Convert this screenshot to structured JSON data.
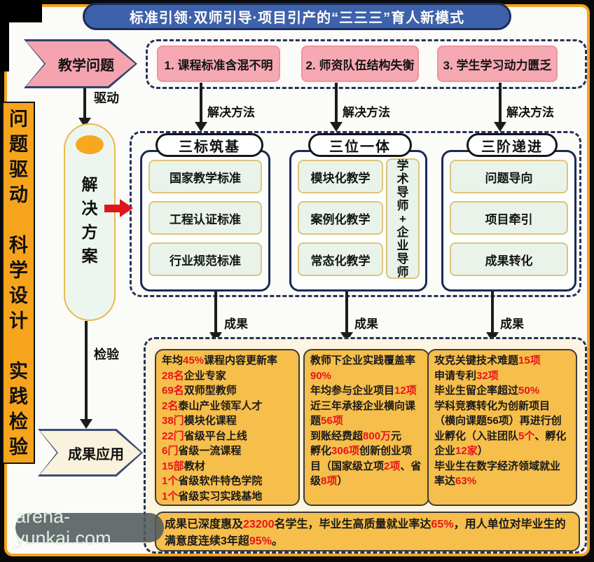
{
  "title": "标准引领·双师引导·项目引产的“三三三”育人新模式",
  "sidebar": {
    "text": "问\n题\n驱\n动\n\n科\n学\n设\n计\n\n实\n践\n检\n验"
  },
  "flow": {
    "teaching_problem": "教学问题",
    "drive_label": "驱动",
    "solution_capsule": "解\n决\n方\n案",
    "test_label": "检验",
    "outcome_application": "成果应用"
  },
  "problems": {
    "method_label": "解决方法",
    "items": [
      "1. 课程标准含混不明",
      "2. 师资队伍结构失衡",
      "3. 学生学习动力匮乏"
    ]
  },
  "solutions": {
    "result_label": "成果",
    "groups": [
      {
        "header": "三标筑基",
        "items": [
          "国家教学标准",
          "工程认证标准",
          "行业规范标准"
        ]
      },
      {
        "header": "三位一体",
        "items": [
          "模块化教学",
          "案例化教学",
          "常态化教学"
        ],
        "mentor": "学\n术\n导\n师\n+\n企\n业\n导\n师"
      },
      {
        "header": "三阶递进",
        "items": [
          "问题导向",
          "项目牵引",
          "成果转化"
        ]
      }
    ]
  },
  "results": {
    "box1": [
      [
        {
          "t": "年均"
        },
        {
          "t": "45%",
          "r": true
        },
        {
          "t": "课程内容更新率"
        }
      ],
      [
        {
          "t": "28名",
          "r": true
        },
        {
          "t": "企业专家"
        }
      ],
      [
        {
          "t": "69名",
          "r": true
        },
        {
          "t": "双师型教师"
        }
      ],
      [
        {
          "t": "2名",
          "r": true
        },
        {
          "t": "泰山产业领军人才"
        }
      ],
      [
        {
          "t": "38门",
          "r": true
        },
        {
          "t": "模块化课程"
        }
      ],
      [
        {
          "t": "22门",
          "r": true
        },
        {
          "t": "省级平台上线"
        }
      ],
      [
        {
          "t": "6门",
          "r": true
        },
        {
          "t": "省级一流课程"
        }
      ],
      [
        {
          "t": "15部",
          "r": true
        },
        {
          "t": "教材"
        }
      ],
      [
        {
          "t": "1个",
          "r": true
        },
        {
          "t": "省级软件特色学院"
        }
      ],
      [
        {
          "t": "1个",
          "r": true
        },
        {
          "t": "省级实习实践基地"
        }
      ]
    ],
    "box2": [
      [
        {
          "t": "教师下企业实践覆盖率"
        },
        {
          "t": "90%",
          "r": true
        }
      ],
      [
        {
          "t": "年均参与企业项目"
        },
        {
          "t": "12项",
          "r": true
        }
      ],
      [
        {
          "t": "近三年承接企业横向课题"
        },
        {
          "t": "56项",
          "r": true
        }
      ],
      [
        {
          "t": "到账经费超"
        },
        {
          "t": "800万",
          "r": true
        },
        {
          "t": "元"
        }
      ],
      [
        {
          "t": "孵化"
        },
        {
          "t": "306项",
          "r": true
        },
        {
          "t": "创新创业项目（国家级立项"
        },
        {
          "t": "2项",
          "r": true
        },
        {
          "t": "、省级"
        },
        {
          "t": "8项",
          "r": true
        },
        {
          "t": "）"
        }
      ]
    ],
    "box3": [
      [
        {
          "t": "攻克关键技术难题"
        },
        {
          "t": "15项",
          "r": true
        }
      ],
      [
        {
          "t": "申请专利"
        },
        {
          "t": "32项",
          "r": true
        }
      ],
      [
        {
          "t": "毕业生留企率超过"
        },
        {
          "t": "50%",
          "r": true
        }
      ],
      [
        {
          "t": "学科竞赛转化为创新项目（横向课题56项）再进行创业孵化（入驻团队"
        },
        {
          "t": "5个",
          "r": true
        },
        {
          "t": "、孵化企业"
        },
        {
          "t": "12家",
          "r": true
        },
        {
          "t": "）"
        }
      ],
      [
        {
          "t": "毕业生在数字经济领域就业率达"
        },
        {
          "t": "63%",
          "r": true
        }
      ]
    ],
    "summary": [
      [
        {
          "t": "成果已深度惠及"
        },
        {
          "t": "23200",
          "r": true
        },
        {
          "t": "名学生，毕业生高质量就业率达"
        },
        {
          "t": "65%",
          "r": true
        },
        {
          "t": "，用人单位对毕业生的满意度连续3年超"
        },
        {
          "t": "95%",
          "r": true
        },
        {
          "t": "。"
        }
      ]
    ]
  },
  "watermark": "arena-yunkai.com",
  "colors": {
    "frame_orange": "#f6a41e",
    "title_blue": "#3d61ab",
    "problem_pink": "#f6a9b3",
    "item_green": "#e9f3ea",
    "result_orange": "#f6be4b",
    "highlight_red": "#e8141b",
    "dash_navy": "#25325b"
  }
}
